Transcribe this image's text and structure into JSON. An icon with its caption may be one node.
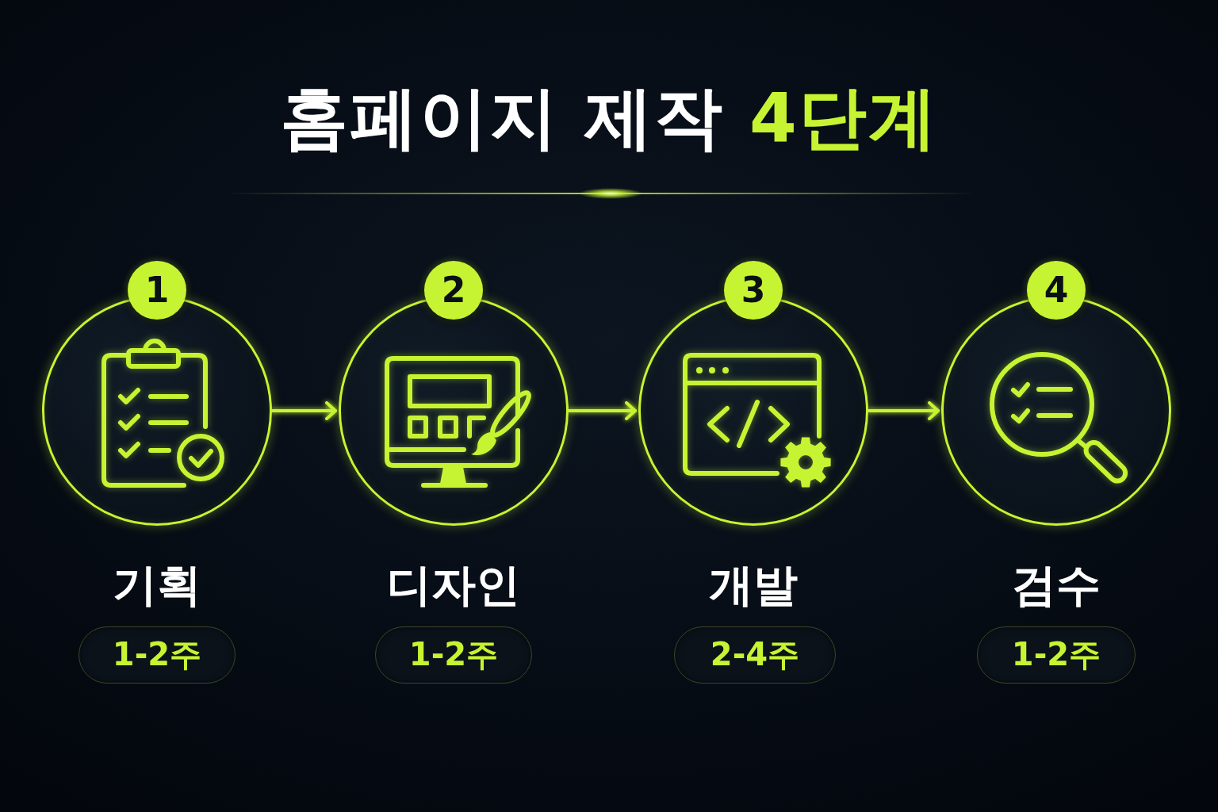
{
  "diagram": {
    "title": "홈페이지 제작 **4단계**",
    "nodes": [
      {
        "text": [
          "1"
        ]
      },
      {
        "text": [
          "기획"
        ]
      },
      {
        "text": [
          "1-2주"
        ]
      },
      {
        "text": [
          "2"
        ]
      },
      {
        "text": [
          "디자인"
        ]
      },
      {
        "text": [
          "1-2주"
        ]
      },
      {
        "text": [
          "3"
        ]
      },
      {
        "text": [
          "개발"
        ]
      },
      {
        "text": [
          "2-4주"
        ]
      },
      {
        "text": [
          "4"
        ]
      },
      {
        "text": [
          "검수"
        ]
      },
      {
        "text": [
          "1-2주"
        ]
      }
    ],
    "edges": [
      {
        "from": 1,
        "to": 4,
        "arrow": "to"
      },
      {
        "from": 4,
        "to": 7,
        "arrow": "to"
      },
      {
        "from": 7,
        "to": 10,
        "arrow": "to"
      }
    ]
  }
}
